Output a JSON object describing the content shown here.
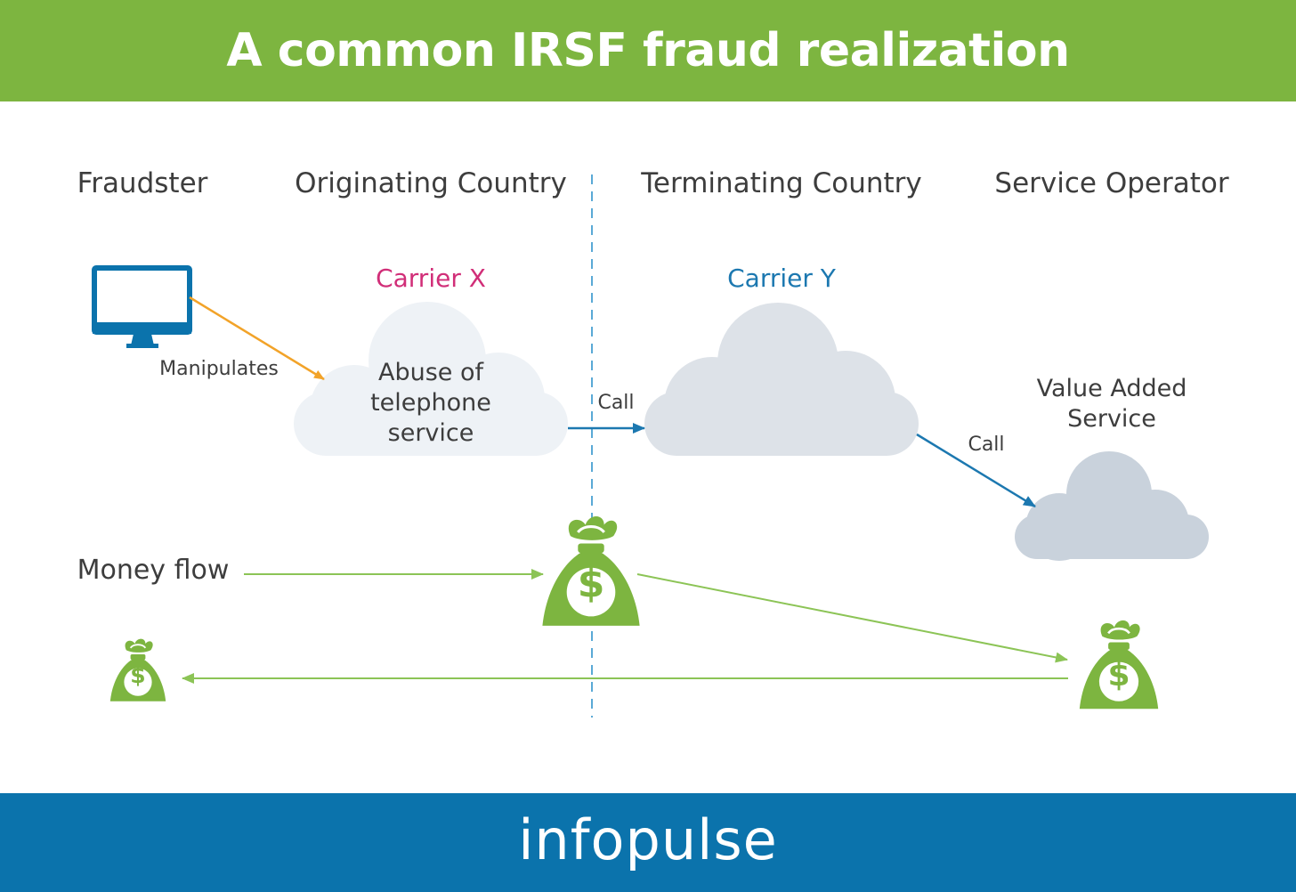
{
  "header": {
    "title": "A common IRSF fraud realization"
  },
  "columns": {
    "fraudster": "Fraudster",
    "originating": "Originating Country",
    "terminating": "Terminating Country",
    "service_operator": "Service Operator"
  },
  "carriers": {
    "x": "Carrier X",
    "y": "Carrier Y"
  },
  "clouds": {
    "abuse_line1": "Abuse of",
    "abuse_line2": "telephone",
    "abuse_line3": "service",
    "vas_line1": "Value Added",
    "vas_line2": "Service"
  },
  "arrows": {
    "manipulates": "Manipulates",
    "call_1": "Call",
    "call_2": "Call"
  },
  "money": {
    "label": "Money flow",
    "symbol": "$"
  },
  "footer": {
    "logo": "infopulse"
  },
  "colors": {
    "header_green": "#7db540",
    "footer_blue": "#0b73ac",
    "carrier_x": "#d12e78",
    "carrier_y": "#1c78b0",
    "money_arrow": "#8cc456",
    "manipulate_arrow": "#f2a329",
    "call_arrow": "#1c78b0"
  },
  "icons": {
    "computer": "monitor-icon",
    "money": "money-bag-icon"
  }
}
